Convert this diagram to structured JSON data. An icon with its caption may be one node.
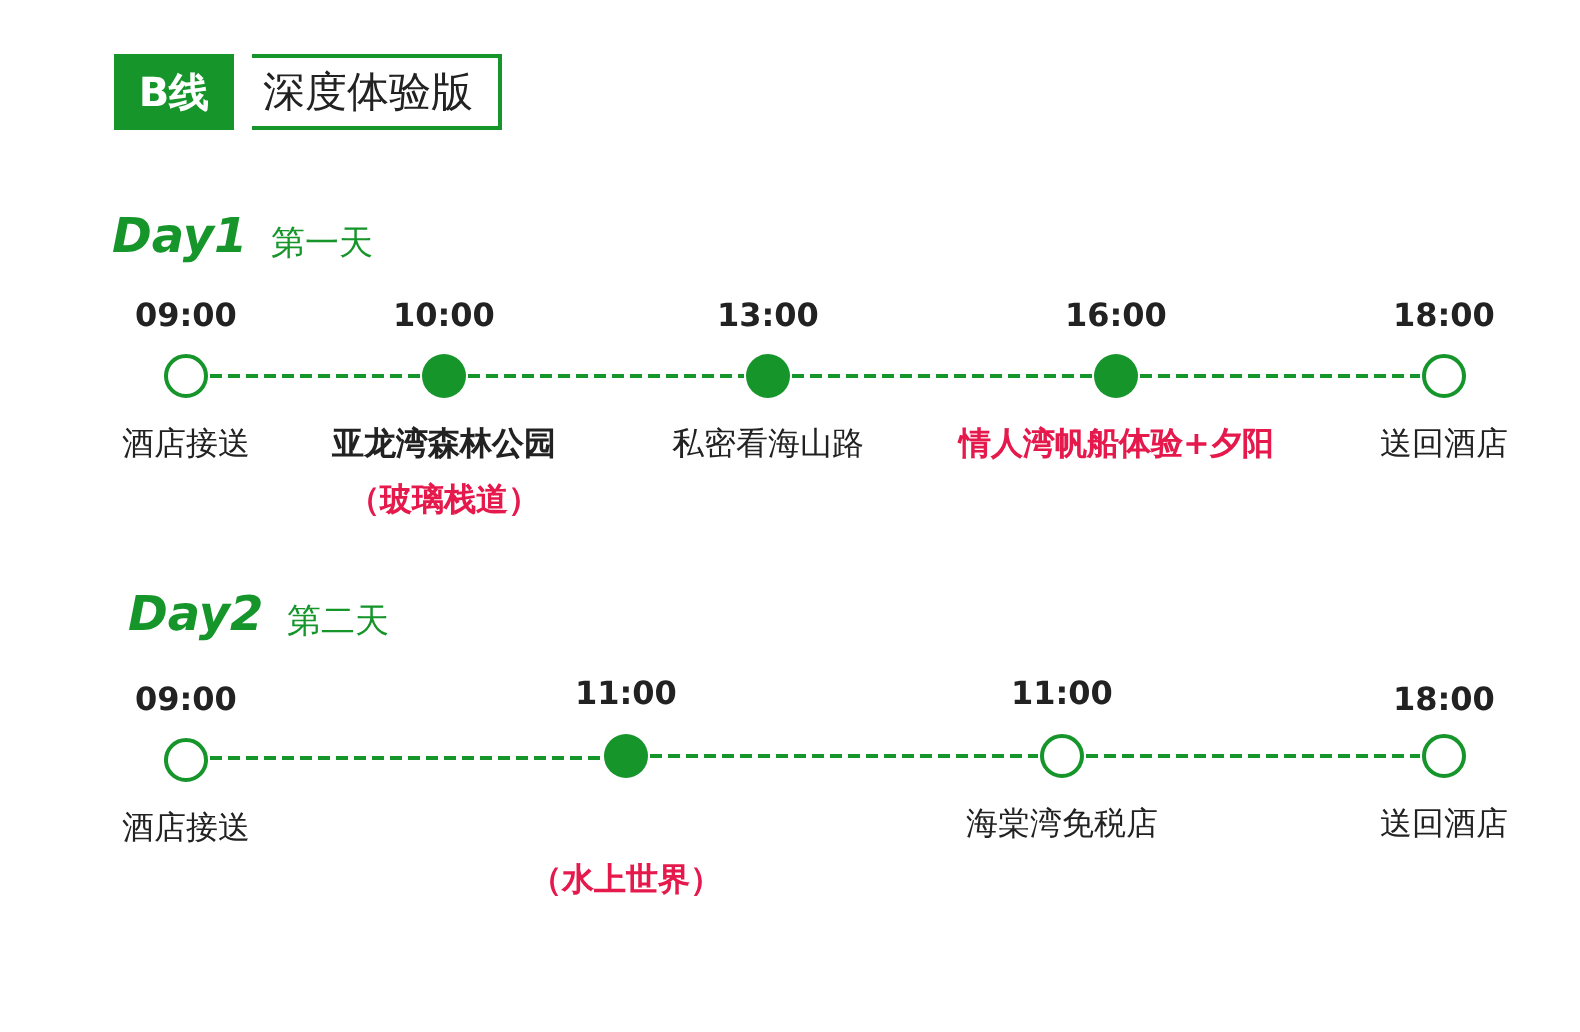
{
  "diagram": {
    "nodes": [
      {
        "text": [],
        "shape": "circle",
        "beside": [
          "09:00",
          "酒店接送"
        ]
      },
      {
        "text": [],
        "shape": "dot",
        "beside": [
          "10:00",
          "亚龙湾森林公园",
          "（玻璃栈道）"
        ]
      },
      {
        "text": [],
        "shape": "dot",
        "beside": [
          "13:00",
          "私密看海山路"
        ]
      },
      {
        "text": [],
        "shape": "dot",
        "beside": [
          "16:00",
          "情人湾帆船体验+夕阳"
        ]
      },
      {
        "text": [],
        "shape": "circle",
        "beside": [
          "18:00",
          "送回酒店"
        ]
      },
      {
        "text": [],
        "shape": "circle",
        "beside": [
          "09:00",
          "酒店接送"
        ]
      },
      {
        "text": [],
        "shape": "dot",
        "beside": [
          "11:00",
          "（水上世界）"
        ]
      },
      {
        "text": [],
        "shape": "circle",
        "beside": [
          "11:00",
          "海棠湾免税店"
        ]
      },
      {
        "text": [],
        "shape": "circle",
        "beside": [
          "18:00",
          "送回酒店"
        ]
      }
    ],
    "edges": [
      {
        "from": 0,
        "to": 1,
        "arrow": "none",
        "style": "dashed"
      },
      {
        "from": 1,
        "to": 2,
        "arrow": "none",
        "style": "dashed"
      },
      {
        "from": 2,
        "to": 3,
        "arrow": "none",
        "style": "dashed"
      },
      {
        "from": 3,
        "to": 4,
        "arrow": "none",
        "style": "dashed"
      },
      {
        "from": 5,
        "to": 6,
        "arrow": "none",
        "style": "dashed"
      },
      {
        "from": 6,
        "to": 7,
        "arrow": "none",
        "style": "dashed"
      },
      {
        "from": 7,
        "to": 8,
        "arrow": "none",
        "style": "dashed"
      }
    ],
    "labels": [
      "B线",
      "深度体验版",
      "Day1",
      "第一天",
      "Day2",
      "第二天"
    ]
  }
}
